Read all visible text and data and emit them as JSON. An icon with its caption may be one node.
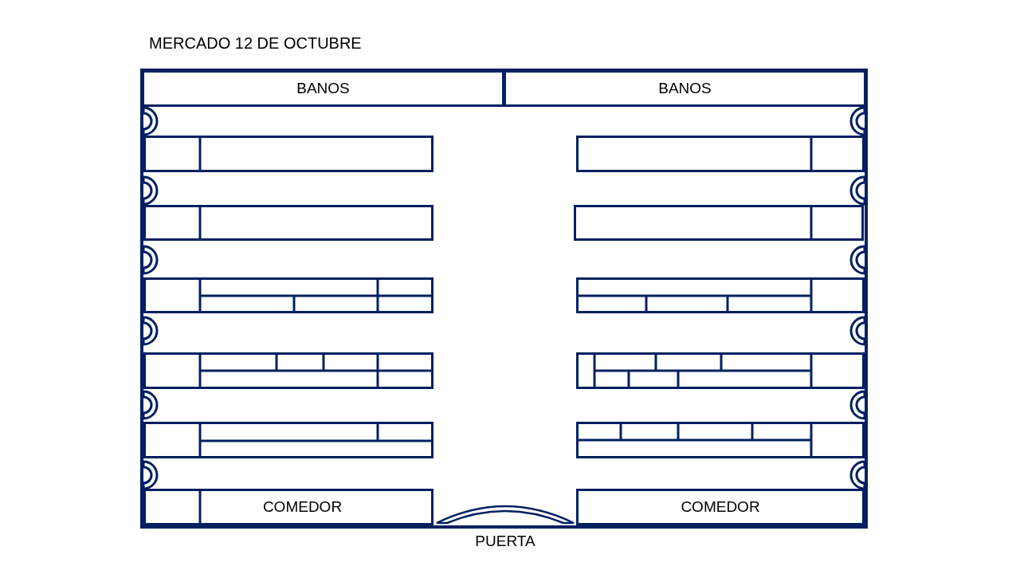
{
  "diagram": {
    "title": "MERCADO 12 DE OCTUBRE",
    "nodes": [
      {
        "text": [
          "BANOS"
        ]
      },
      {
        "text": [
          "BANOS"
        ]
      },
      {
        "text": [],
        "shape": "box"
      },
      {
        "text": [],
        "shape": "box"
      },
      {
        "text": [],
        "shape": "box"
      },
      {
        "text": [],
        "shape": "box"
      },
      {
        "text": [],
        "shape": "box"
      },
      {
        "text": [],
        "shape": "box"
      },
      {
        "text": [],
        "shape": "box"
      },
      {
        "text": [],
        "shape": "box"
      },
      {
        "text": [],
        "shape": "box"
      },
      {
        "text": [],
        "shape": "box"
      },
      {
        "text": [
          "COMEDOR"
        ]
      },
      {
        "text": [
          "COMEDOR"
        ]
      },
      {
        "text": [
          "PUERTA"
        ]
      }
    ]
  }
}
